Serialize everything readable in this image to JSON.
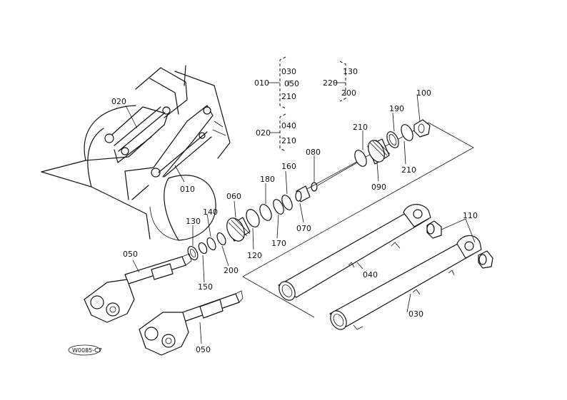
{
  "labels": {
    "p010": "010",
    "p020": "020",
    "p030": "030",
    "p040": "040",
    "p050a": "050",
    "p050b": "050",
    "p060": "060",
    "p070": "070",
    "p080": "080",
    "p090": "090",
    "p100": "100",
    "p110": "110",
    "p120": "120",
    "p130": "130",
    "p140": "140",
    "p150": "150",
    "p160": "160",
    "p170": "170",
    "p180": "180",
    "p190": "190",
    "p200": "200",
    "p210a": "210",
    "p210b": "210"
  },
  "kits": {
    "k010": {
      "code": "010",
      "top": "030",
      "mid": "050",
      "bottom": "210"
    },
    "k020": {
      "code": "020",
      "top": "040",
      "bottom": "210"
    },
    "k220": {
      "code": "220",
      "top": "130",
      "bottom": "200"
    }
  },
  "drawing_code": "W0085-C7"
}
